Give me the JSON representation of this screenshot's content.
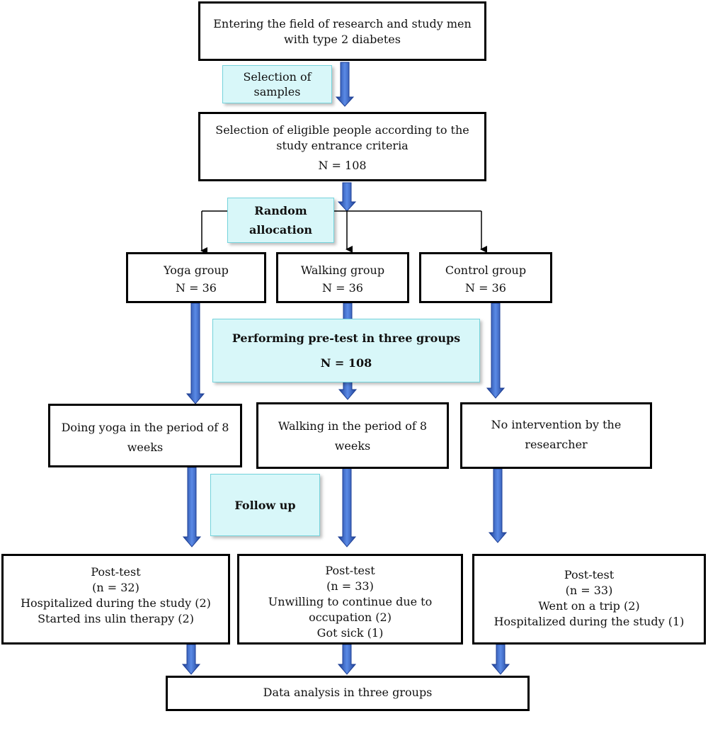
{
  "start": {
    "line1": "Entering the field of research and study men",
    "line2": "with type 2 diabetes"
  },
  "selection_label": {
    "line1": "Selection of",
    "line2": "samples"
  },
  "eligible": {
    "line1": "Selection of eligible people according to the",
    "line2": "study entrance criteria",
    "n": "N = 108"
  },
  "random_label": {
    "line1": "Random",
    "line2": "allocation"
  },
  "groups": [
    {
      "name": "Yoga group",
      "n": "N = 36"
    },
    {
      "name": "Walking group",
      "n": "N = 36"
    },
    {
      "name": "Control group",
      "n": "N = 36"
    }
  ],
  "pretest_label": {
    "line1": "Performing pre-test in three groups",
    "line2": "N = 108"
  },
  "interventions": [
    {
      "line1": "Doing yoga in the period of 8",
      "line2": "weeks"
    },
    {
      "line1": "Walking in the period of 8",
      "line2": "weeks"
    },
    {
      "line1": "No intervention by the",
      "line2": "researcher"
    }
  ],
  "followup_label": "Follow up",
  "posttests": [
    {
      "lines": [
        "Post-test",
        "(n = 32)",
        "Hospitalized during the study (2)",
        "Started ins ulin therapy (2)"
      ]
    },
    {
      "lines": [
        "Post-test",
        "(n = 33)",
        "Unwilling to continue due to",
        "occupation (2)",
        "Got sick (1)"
      ]
    },
    {
      "lines": [
        "Post-test",
        "(n = 33)",
        "Went on a trip (2)",
        "Hospitalized during the study (1)"
      ]
    }
  ],
  "analysis": "Data analysis in three groups",
  "colors": {
    "arrow_fill": "#3f6fd0",
    "arrow_edge": "#1e3f94",
    "label_fill": "#d8f7f9",
    "label_border": "#74d3dc"
  }
}
